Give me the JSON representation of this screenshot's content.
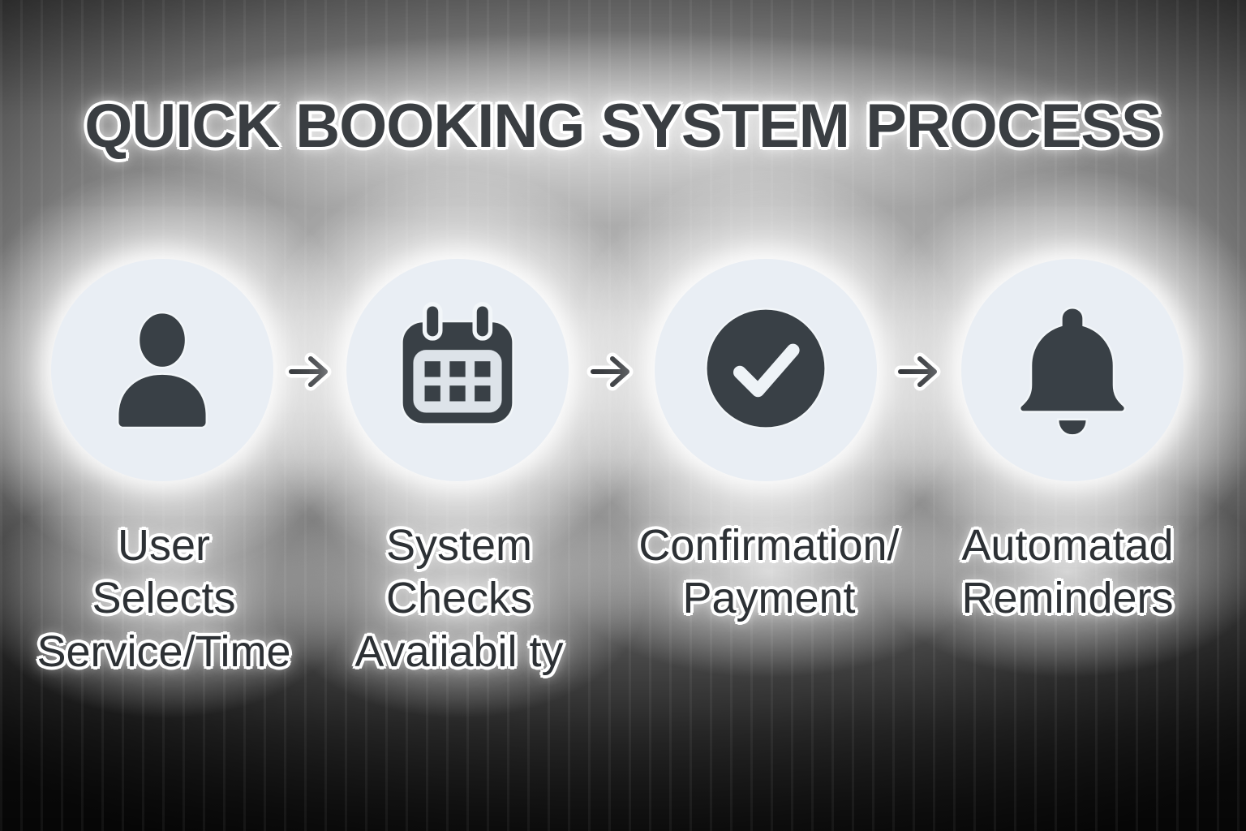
{
  "title": "QUICK BOOKING SYSTEM PROCESS",
  "steps": [
    {
      "icon": "user-icon",
      "label": "User\nSelects\nService/Time"
    },
    {
      "icon": "calendar-icon",
      "label": "System\nChecks\nAvaiiabil ty"
    },
    {
      "icon": "check-circle-icon",
      "label": "Confirmation/\nPayment"
    },
    {
      "icon": "bell-icon",
      "label": "Automatad\nReminders"
    }
  ],
  "arrows": {
    "glyph": "→",
    "count": 3,
    "icon": "arrow-right-icon"
  },
  "colors": {
    "background_base": "#9a9a9a",
    "vignette_dark": "#202020",
    "circle_background": "#e9eef4",
    "icon_dark": "#394046",
    "text_dark": "#2d3135",
    "text_outline": "#ffffff"
  }
}
